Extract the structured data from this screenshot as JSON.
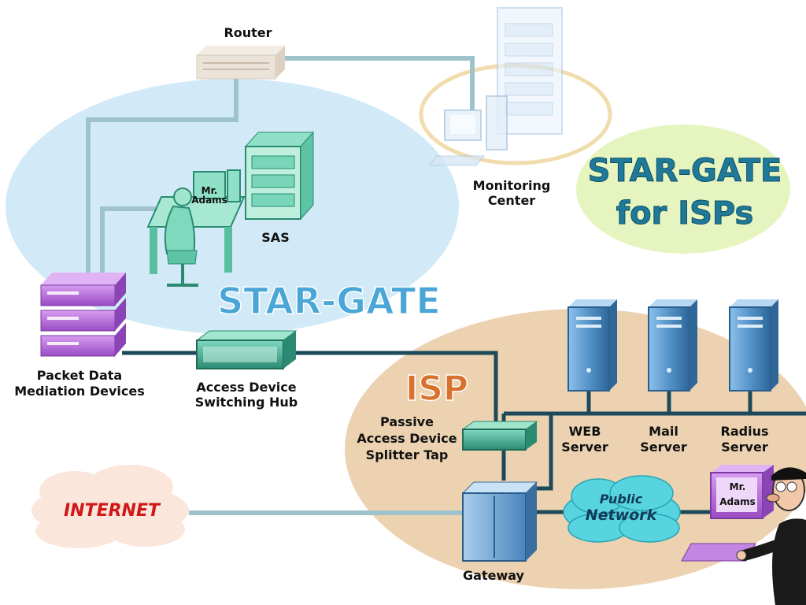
{
  "titles": {
    "stargate_isps_line1": "STAR-GATE",
    "stargate_isps_line2": "for ISPs",
    "stargate": "STAR-GATE",
    "isp": "ISP"
  },
  "labels": {
    "router": "Router",
    "monitoring_line1": "Monitoring",
    "monitoring_line2": "Center",
    "sas": "SAS",
    "mr_adams_small_line1": "Mr.",
    "mr_adams_small_line2": "Adams",
    "pdm_line1": "Packet Data",
    "pdm_line2": "Mediation Devices",
    "hub_line1": "Access Device",
    "hub_line2": "Switching Hub",
    "tap_line1": "Passive",
    "tap_line2": "Access Device",
    "tap_line3": "Splitter Tap",
    "web_line1": "WEB",
    "web_line2": "Server",
    "mail_line1": "Mail",
    "mail_line2": "Server",
    "radius_line1": "Radius",
    "radius_line2": "Server",
    "internet": "INTERNET",
    "public_line1": "Public",
    "public_line2": "Network",
    "gateway": "Gateway",
    "mr_adams_line1": "Mr.",
    "mr_adams_line2": "Adams"
  },
  "colors": {
    "stargate_zone": "#d2eaf8",
    "isp_zone": "#ecd2b0",
    "stargate_isps_bubble": "#e6f5c0",
    "title_teal": "#1f7a9a",
    "title_blue": "#4aa6d6",
    "isp_orange": "#d9712e",
    "link_line": "#9ec3cc",
    "isp_line": "#1c4a5a",
    "server_blue": "#4f8fc5",
    "device_purple": "#b46ad8",
    "hub_green": "#3aa58c",
    "internet_red": "#d01818",
    "public_cloud": "#58d4e0"
  }
}
